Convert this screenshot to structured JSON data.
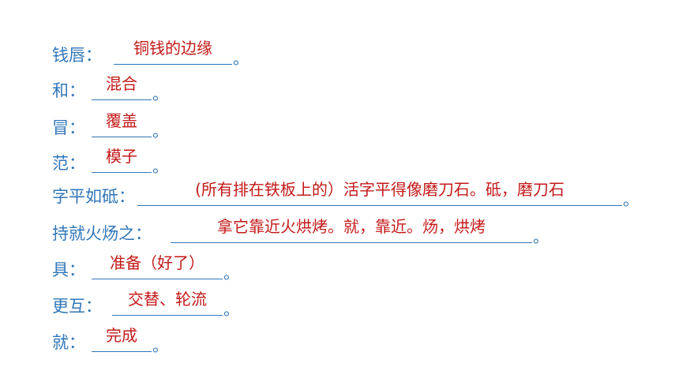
{
  "colors": {
    "term": "#3277b8",
    "answer": "#c41a1a",
    "underline": "#3277b8"
  },
  "items": [
    {
      "term": "钱唇：",
      "answer": "铜钱的边缘",
      "end": "。"
    },
    {
      "term": "和：",
      "answer": "混合",
      "end": "。"
    },
    {
      "term": "冒：",
      "answer": "覆盖",
      "end": "。"
    },
    {
      "term": "范：",
      "answer": "模子",
      "end": "。"
    },
    {
      "term": "字平如砥：",
      "answer": "(所有排在铁板上的）活字平得像磨刀石。砥，磨刀石",
      "end": "。"
    },
    {
      "term": "持就火炀之：",
      "answer": "拿它靠近火烘烤。就，靠近。炀，烘烤",
      "end": "。"
    },
    {
      "term": "具：",
      "answer": "准备（好了）",
      "end": "。"
    },
    {
      "term": "更互：",
      "answer": "交替、轮流",
      "end": "。"
    },
    {
      "term": "就：",
      "answer": "完成",
      "end": "。"
    }
  ]
}
